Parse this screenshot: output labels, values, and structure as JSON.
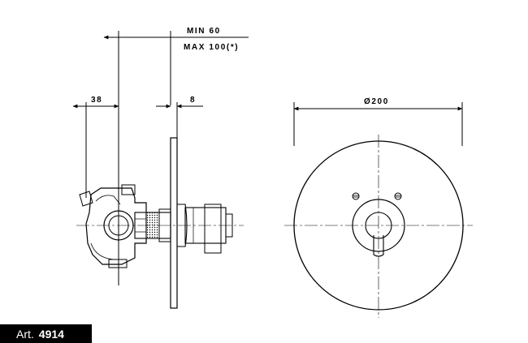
{
  "dimensions": {
    "min_label": "MIN 60",
    "max_label": "MAX 100(*)",
    "left_width": "38",
    "plate_thickness": "8",
    "diameter": "Ø200"
  },
  "article": {
    "prefix": "Art.",
    "number": "4914"
  },
  "colors": {
    "line": "#000000",
    "background": "#ffffff",
    "badge_bg": "#000000",
    "badge_text": "#ffffff"
  }
}
